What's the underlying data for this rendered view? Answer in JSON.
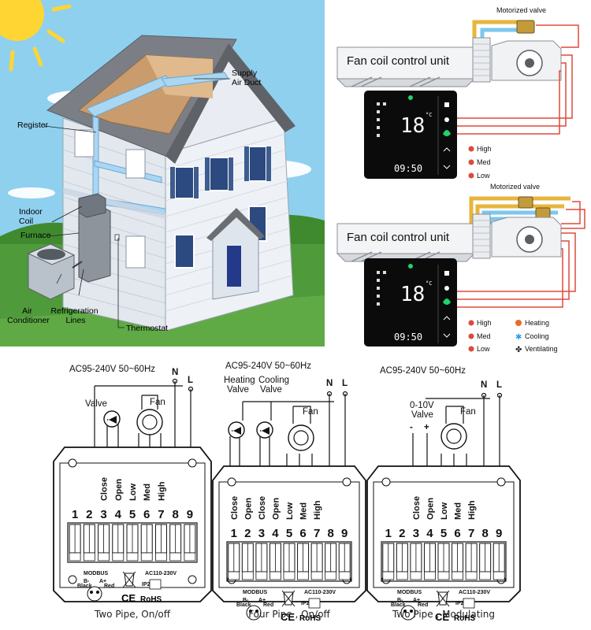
{
  "house": {
    "labels": {
      "supply_air_duct": "Supply\nAir Duct",
      "register": "Register",
      "indoor_coil": "Indoor\nCoil",
      "furnace": "Furnace",
      "air_conditioner": "Air\nConditioner",
      "refrigeration_lines": "Refrigeration\nLines",
      "thermostat": "Thermostat"
    }
  },
  "fancoil": {
    "top": {
      "motorized_valve": "Motorized valve",
      "unit_label": "Fan coil control unit",
      "display_temp": "18",
      "display_unit": "°C",
      "display_time": "09:50",
      "fan_legend": [
        "High",
        "Med",
        "Low"
      ]
    },
    "bottom": {
      "motorized_valve": "Motorized valve",
      "unit_label": "Fan coil control unit",
      "display_temp": "18",
      "display_unit": "°C",
      "display_time": "09:50",
      "fan_legend": [
        "High",
        "Med",
        "Low"
      ],
      "mode_legend": [
        "Heating",
        "Cooling",
        "Ventilating"
      ]
    }
  },
  "wiring": [
    {
      "supply": "AC95-240V  50~60Hz",
      "n": "N",
      "l": "L",
      "valve_labels": [
        "Valve"
      ],
      "fan_label": "Fan",
      "terminal_labels": [
        "Close",
        "Open",
        "Low",
        "Med",
        "High"
      ],
      "terminals": [
        "1",
        "2",
        "3",
        "4",
        "5",
        "6",
        "7",
        "8",
        "9"
      ],
      "modbus": "MODBUS",
      "rated": "AC110-230V",
      "ip": "IP20",
      "b_minus": "B-",
      "a_plus": "A+",
      "black": "Black",
      "red": "Red",
      "ce": "CE",
      "rohs": "RoHS",
      "caption": "Two Pipe, On/off"
    },
    {
      "supply": "AC95-240V  50~60Hz",
      "n": "N",
      "l": "L",
      "valve_labels": [
        "Heating\nValve",
        "Cooling\nValve"
      ],
      "fan_label": "Fan",
      "terminal_labels": [
        "Close",
        "Open",
        "Close",
        "Open",
        "Low",
        "Med",
        "High"
      ],
      "terminals": [
        "1",
        "2",
        "3",
        "4",
        "5",
        "6",
        "7",
        "8",
        "9"
      ],
      "modbus": "MODBUS",
      "rated": "AC110-230V",
      "ip": "IP20",
      "b_minus": "B-",
      "a_plus": "A+",
      "black": "Black",
      "red": "Red",
      "ce": "CE",
      "rohs": "RoHS",
      "caption": "Four Pipe , On/off"
    },
    {
      "supply": "AC95-240V  50~60Hz",
      "n": "N",
      "l": "L",
      "valve_labels": [
        "0-10V\nValve"
      ],
      "valve_polarity": [
        "-",
        "+"
      ],
      "fan_label": "Fan",
      "terminal_labels": [
        "Close",
        "Open",
        "Low",
        "Med",
        "High"
      ],
      "terminals": [
        "1",
        "2",
        "3",
        "4",
        "5",
        "6",
        "7",
        "8",
        "9"
      ],
      "modbus": "MODBUS",
      "rated": "AC110-230V",
      "ip": "IP20",
      "b_minus": "B-",
      "a_plus": "A+",
      "black": "Black",
      "red": "Red",
      "ce": "CE",
      "rohs": "RoHS",
      "caption": "Two Pipe , Modulating"
    }
  ],
  "colors": {
    "sky": "#8fd0ef",
    "grass": "#4f9a3a",
    "wall": "#e9edf3",
    "roof": "#6a6e73",
    "duct": "#a9d6f2",
    "window": "#2c4a7f",
    "door": "#233a8a",
    "pipe_gold": "#e7b53c",
    "pipe_blue": "#7cc7ee",
    "wire_red": "#e0483b",
    "panel": "#0b0b0b"
  }
}
